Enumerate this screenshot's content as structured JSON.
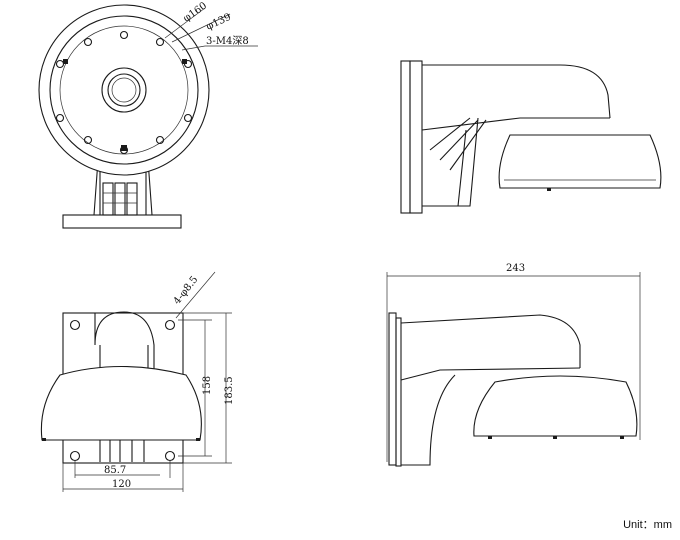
{
  "labels": {
    "d160": "φ160",
    "d139": "φ139",
    "holes_m4": "3-M4深8",
    "holes_d85": "4-φ8.5",
    "dim_158": "158",
    "dim_183": "183.5",
    "dim_85": "85.7",
    "dim_120": "120",
    "dim_243": "243"
  },
  "footer": {
    "unit": "Unit：mm"
  },
  "colors": {
    "line": "#1a1a1a",
    "thin": "#333333"
  }
}
